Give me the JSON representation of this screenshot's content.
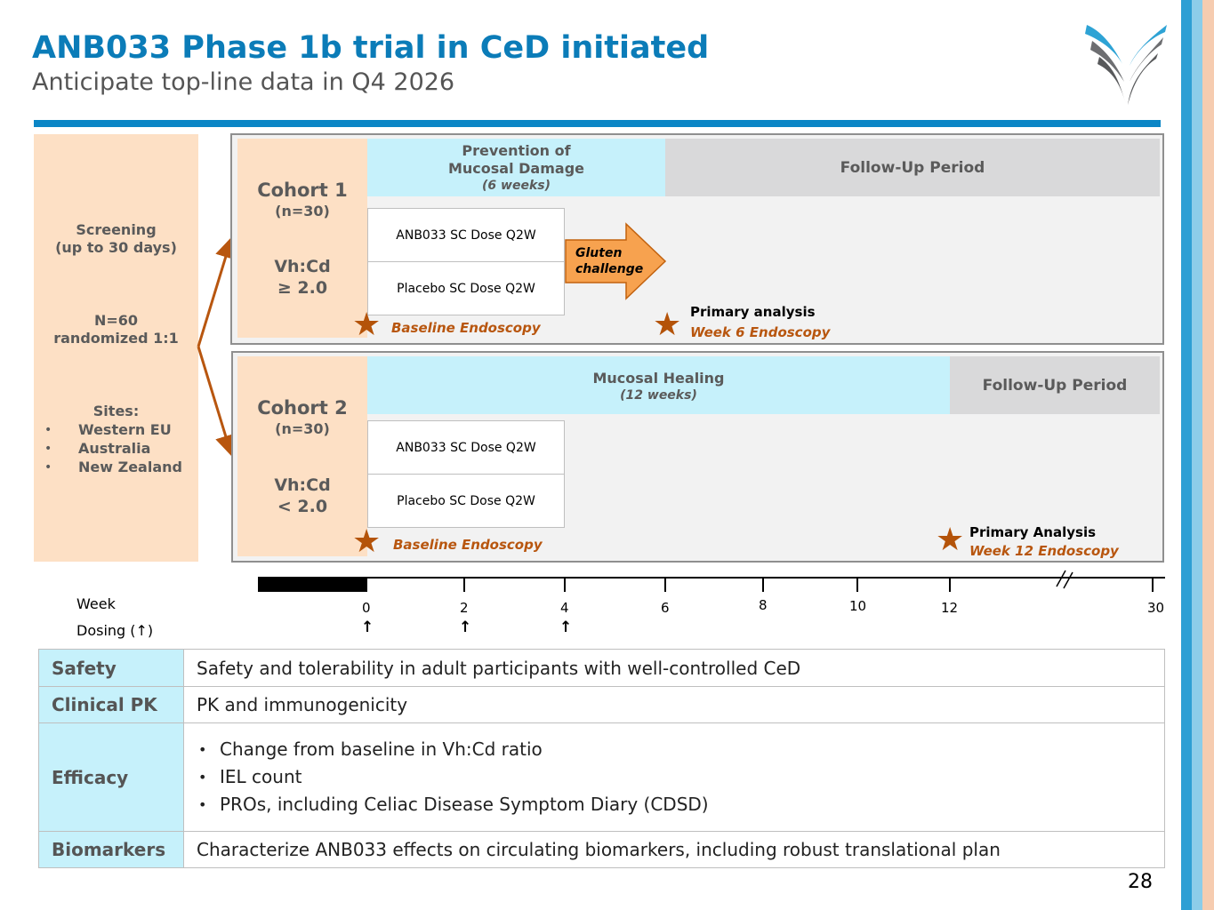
{
  "header": {
    "title": "ANB033 Phase 1b trial in CeD initiated",
    "subtitle": "Anticipate top-line data in Q4 2026"
  },
  "screening": {
    "line1": "Screening",
    "line2": "(up to 30 days)",
    "n_line1": "N=60",
    "n_line2": "randomized 1:1",
    "sites_label": "Sites:",
    "sites": [
      "Western EU",
      "Australia",
      "New Zealand"
    ]
  },
  "cohort1": {
    "name": "Cohort 1",
    "n": "(n=30)",
    "crit_line1": "Vh:Cd",
    "crit_line2": "≥ 2.0",
    "phase_line1": "Prevention of",
    "phase_line2": "Mucosal Damage",
    "phase_duration": "(6 weeks)",
    "followup": "Follow-Up Period",
    "arm_active": "ANB033 SC Dose Q2W",
    "arm_placebo": "Placebo SC Dose Q2W",
    "gluten_line1": "Gluten",
    "gluten_line2": "challenge",
    "baseline": "Baseline Endoscopy",
    "primary_label": "Primary analysis",
    "primary_week": "Week 6 Endoscopy"
  },
  "cohort2": {
    "name": "Cohort 2",
    "n": "(n=30)",
    "crit_line1": "Vh:Cd",
    "crit_line2": "< 2.0",
    "phase_line1": "Mucosal Healing",
    "phase_duration": "(12 weeks)",
    "followup": "Follow-Up Period",
    "arm_active": "ANB033 SC Dose Q2W",
    "arm_placebo": "Placebo SC Dose Q2W",
    "baseline": "Baseline Endoscopy",
    "primary_label": "Primary Analysis",
    "primary_week": "Week 12 Endoscopy"
  },
  "timeline": {
    "week_label": "Week",
    "dosing_label": "Dosing (↑)",
    "ticks": [
      "0",
      "2",
      "4",
      "6",
      "8",
      "10",
      "12",
      "30"
    ],
    "dosing_weeks": [
      0,
      2,
      4
    ]
  },
  "objectives": {
    "rows": [
      {
        "key": "Safety",
        "value": "Safety and tolerability in adult participants with well-controlled CeD"
      },
      {
        "key": "Clinical PK",
        "value": "PK and immunogenicity"
      },
      {
        "key": "Efficacy",
        "bullets": [
          "Change from baseline in Vh:Cd ratio",
          "IEL count",
          "PROs, including Celiac Disease Symptom Diary (CDSD)"
        ]
      },
      {
        "key": "Biomarkers",
        "value": "Characterize ANB033 effects on circulating biomarkers, including robust translational plan"
      }
    ]
  },
  "page_number": "28",
  "colors": {
    "title_blue": "#0b7cb8",
    "peach": "#fde0c5",
    "light_cyan": "#c6f1fb",
    "followup_gray": "#d9d9da",
    "star_orange": "#b45309",
    "gluten_orange": "#f7a24f"
  }
}
